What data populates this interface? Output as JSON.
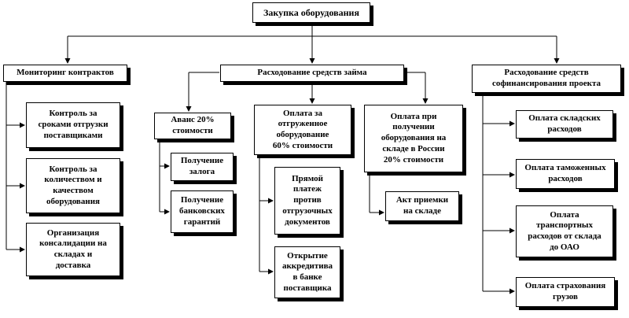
{
  "root": "Закупка оборудования",
  "branches": {
    "monitoring": {
      "title": "Мониторинг контрактов",
      "items": [
        "Контроль за\nсроками отгрузки\nпоставщиками",
        "Контроль за\nколичеством и\nкачеством\nоборудования",
        "Организация\nконсалидации на\nскладах и\nдоставка"
      ]
    },
    "loan": {
      "title": "Расходование средств займа",
      "advance": {
        "title": "Аванс 20%\nстоимости",
        "items": [
          "Получение\nзалога",
          "Получение\nбанковских\nгарантий"
        ]
      },
      "shipped": {
        "title": "Оплата за\nотгруженное\nоборудование\n60% стоимости",
        "items": [
          "Прямой\nплатеж\nпротив\nотгрузочных\nдокументов",
          "Открытие\nаккредитива\nв банке\nпоставщика"
        ]
      },
      "warehouse": {
        "title": "Оплата при\nполучении\nоборудования на\nскладе в России\n20% стоимости",
        "items": [
          "Акт приемки\nна складе"
        ]
      }
    },
    "cofinancing": {
      "title": "Расходование средств\nсофинансирования проекта",
      "items": [
        "Оплата складских\nрасходов",
        "Оплата таможенных\nрасходов",
        "Оплата\nтранспортных\nрасходов от склада\nдо ОАО",
        "Оплата страхования\nгрузов"
      ]
    }
  }
}
